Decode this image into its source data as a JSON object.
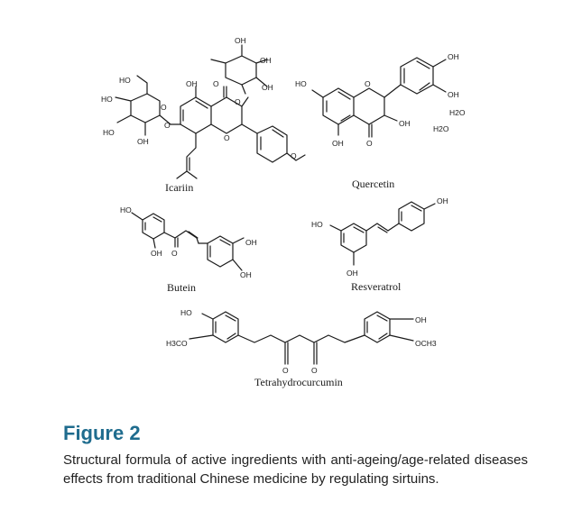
{
  "figure": {
    "label": "Figure 2",
    "caption": "Structural formula of active ingredients with anti-ageing/age-related diseases effects from traditional Chinese medicine by regulating sirtuins."
  },
  "compounds": {
    "icariin": {
      "name": "Icariin",
      "atoms": {
        "oh_top": "OH",
        "oh_r1": "OH",
        "oh_r2": "OH",
        "o_link": "O",
        "ho_a": "HO",
        "ho_b": "HO",
        "ho_c": "HO",
        "oh_bot": "OH",
        "o_ring": "O",
        "o_glyc": "O",
        "oh_5": "OH",
        "o_keto": "O",
        "o_pyran": "O",
        "o_meth": "O"
      }
    },
    "quercetin": {
      "name": "Quercetin",
      "atoms": {
        "ho": "HO",
        "o_ring": "O",
        "oh_ar1": "OH",
        "oh_ar2": "OH",
        "oh_3": "OH",
        "oh_5": "OH",
        "o_keto": "O",
        "water1": "H2O",
        "water2": "H2O"
      }
    },
    "butein": {
      "name": "Butein",
      "atoms": {
        "ho": "HO",
        "oh_a": "OH",
        "o_keto": "O",
        "oh_b": "OH",
        "oh_c": "OH"
      }
    },
    "resveratrol": {
      "name": "Resveratrol",
      "atoms": {
        "ho": "HO",
        "oh_a": "OH",
        "oh_b": "OH"
      }
    },
    "tetrahydrocurcumin": {
      "name": "Tetrahydrocurcumin",
      "atoms": {
        "ho": "HO",
        "h3co": "H3CO",
        "oh": "OH",
        "och3": "OCH3",
        "o1": "O",
        "o2": "O"
      }
    }
  }
}
